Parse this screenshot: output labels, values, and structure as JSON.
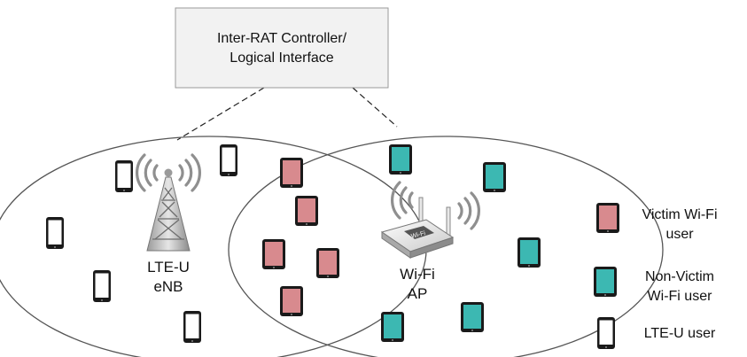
{
  "controller": {
    "line1": "Inter-RAT Controller/",
    "line2": "Logical Interface"
  },
  "lte_enb": {
    "line1": "LTE-U",
    "line2": "eNB",
    "icon": "cell-tower-icon"
  },
  "wifi_ap": {
    "line1": "Wi-Fi",
    "line2": "AP",
    "icon": "wifi-router-icon"
  },
  "legend": [
    {
      "line1": "Victim Wi-Fi",
      "line2": "user",
      "icon": "victim-device-icon"
    },
    {
      "line1": "Non-Victim",
      "line2": "Wi-Fi user",
      "icon": "non-victim-device-icon"
    },
    {
      "line1": "LTE-U user",
      "line2": "",
      "icon": "lte-device-icon"
    }
  ],
  "colors": {
    "victim_screen": "#D88A8E",
    "non_victim_screen": "#3CB8B2",
    "lte_screen": "#FFFFFF",
    "device_body": "#1a1a1a",
    "controller_fill": "#F2F2F2"
  }
}
